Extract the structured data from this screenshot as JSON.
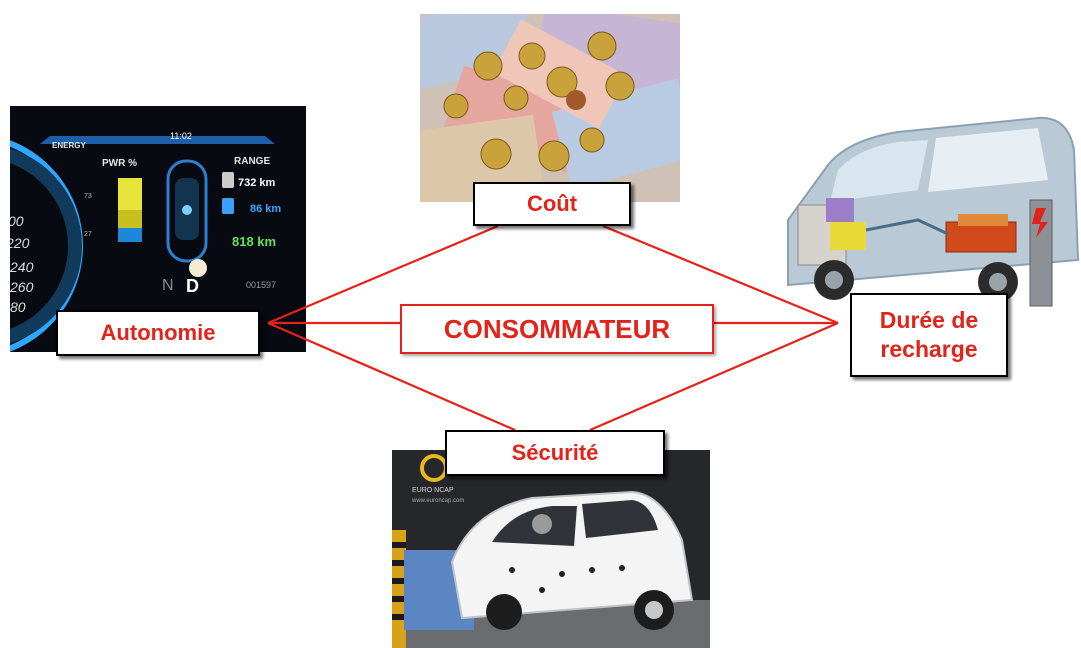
{
  "labels": {
    "cout": "Coût",
    "autonomie": "Autonomie",
    "duree_line1": "Durée de",
    "duree_line2": "recharge",
    "securite": "Sécurité",
    "center": "CONSOMMATEUR"
  },
  "dashboard": {
    "energy": "ENERGY",
    "time": "11:02",
    "pwr": "PWR %",
    "range": "RANGE",
    "range_total": "732 km",
    "range_ev": "86 km",
    "range_sum": "818 km",
    "pwr_top": "73",
    "pwr_bottom": "27",
    "odometer": "001597",
    "gear_n": "N",
    "gear_d": "D",
    "gauge_ticks": [
      "00",
      "220",
      "240",
      "260",
      "80"
    ]
  },
  "crash": {
    "logo": "EURO NCAP",
    "site": "www.euroncap.com"
  },
  "colors": {
    "accent": "#e2231a",
    "connector": "#e8201a"
  }
}
